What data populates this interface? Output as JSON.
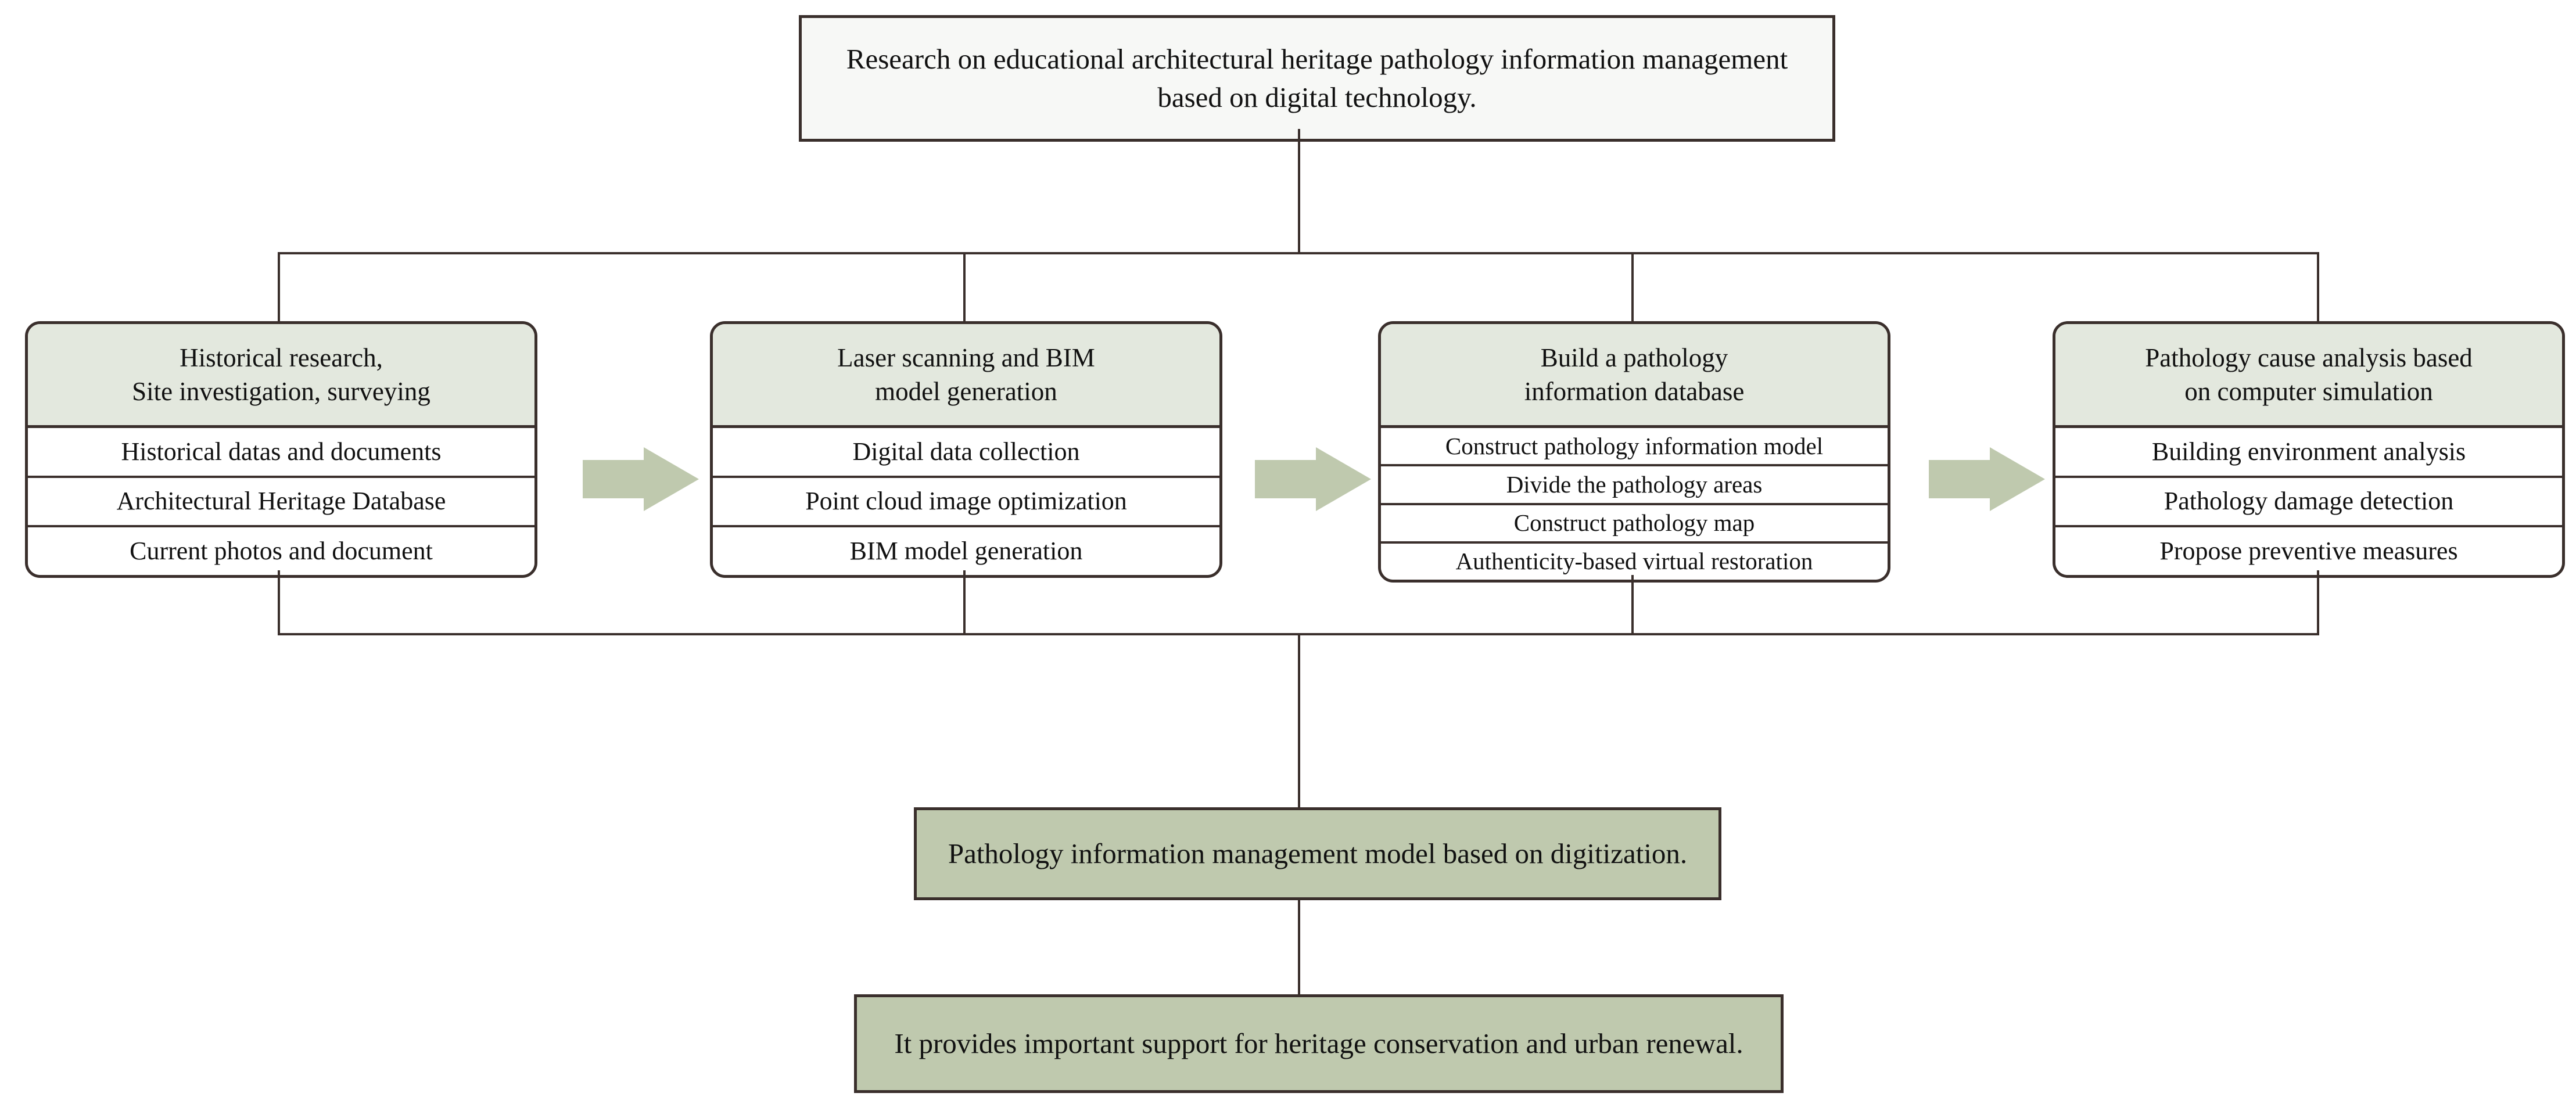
{
  "diagram": {
    "title_box": {
      "text": "Research on educational architectural heritage pathology information management based on digital technology."
    },
    "stages": [
      {
        "header": "Historical research,\nSite investigation, surveying",
        "rows": [
          "Historical datas and documents",
          "Architectural Heritage Database",
          "Current photos and document"
        ]
      },
      {
        "header": "Laser scanning and BIM\nmodel generation",
        "rows": [
          "Digital data collection",
          "Point cloud image optimization",
          "BIM model generation"
        ]
      },
      {
        "header": "Build a pathology\ninformation database",
        "rows": [
          "Construct pathology information model",
          "Divide the pathology areas",
          "Construct pathology map",
          "Authenticity-based virtual restoration"
        ]
      },
      {
        "header": "Pathology cause analysis based\non computer simulation",
        "rows": [
          "Building environment analysis",
          "Pathology damage detection",
          "Propose preventive measures"
        ]
      }
    ],
    "outcomes": [
      {
        "text": "Pathology information management model based on digitization."
      },
      {
        "text": "It provides important support for heritage conservation and urban renewal."
      }
    ],
    "colors": {
      "stroke": "#3a2f2c",
      "header_fill": "#e3e8de",
      "row_fill": "#ffffff",
      "title_fill": "#f7f8f6",
      "outcome_fill": "#bfc9ae",
      "arrow_fill": "#bfc9ae",
      "background": "#ffffff"
    }
  }
}
